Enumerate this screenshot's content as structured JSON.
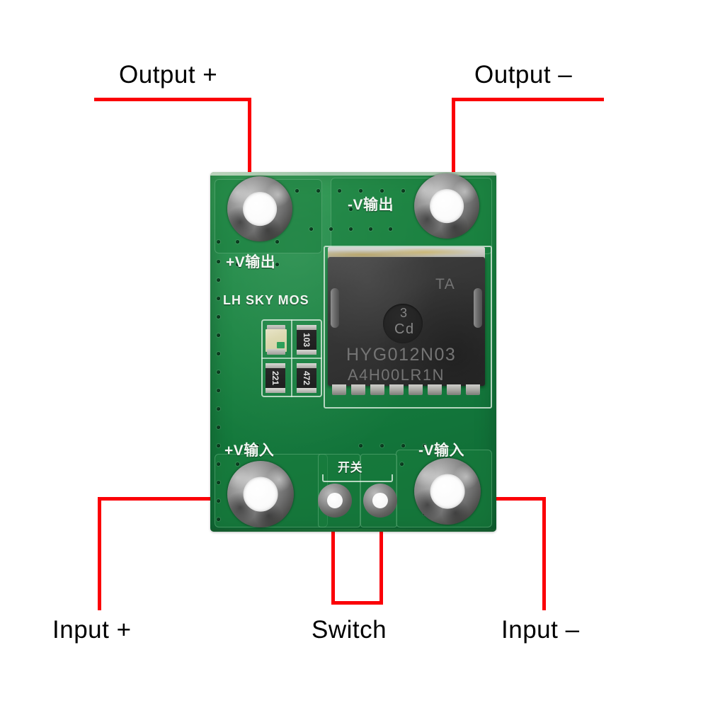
{
  "image": {
    "subject": "PCB module annotated photo",
    "background_color": "#ffffff",
    "leader_color": "#fb0007",
    "label_color": "#000000"
  },
  "callouts": [
    {
      "id": "output-plus",
      "label": "Output +"
    },
    {
      "id": "output-minus",
      "label": "Output –"
    },
    {
      "id": "input-plus",
      "label": "Input +"
    },
    {
      "id": "switch",
      "label": "Switch"
    },
    {
      "id": "input-minus",
      "label": "Input –"
    }
  ],
  "board": {
    "color": "#17813f",
    "silkscreen": {
      "output_positive": "+V输出",
      "output_negative": "-V输出",
      "input_positive": "+V输入",
      "input_negative": "-V输入",
      "switch": "开关",
      "brand": "LH SKY MOS"
    },
    "mosfet": {
      "line_top_right": "TA",
      "dimple_top": "3",
      "dimple_bottom": "Cd",
      "part_number": "HYG012N03",
      "lot_code": "A4H00LR1N"
    },
    "smd_components": [
      {
        "id": "led",
        "marking": ""
      },
      {
        "id": "r103",
        "marking": "103"
      },
      {
        "id": "r221",
        "marking": "221"
      },
      {
        "id": "r472",
        "marking": "472"
      }
    ]
  }
}
